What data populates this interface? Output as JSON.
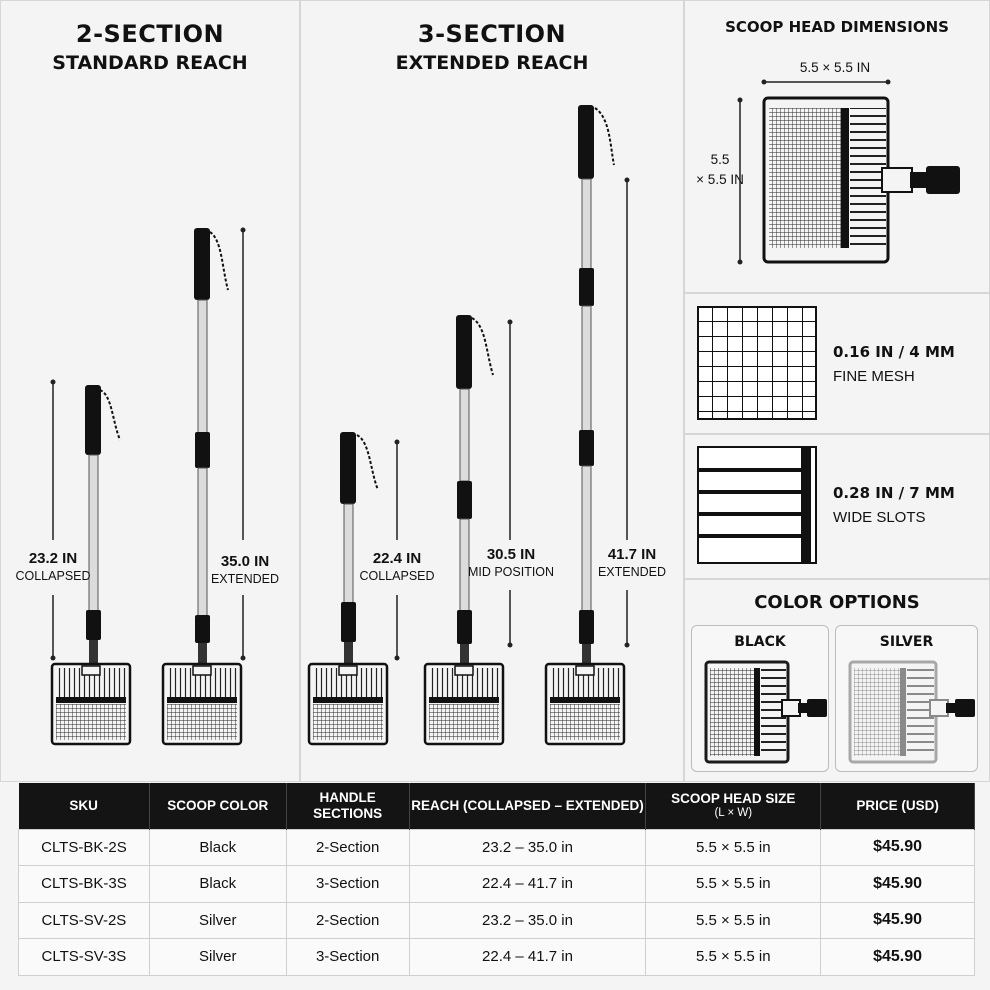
{
  "left": {
    "title_line1": "2-SECTION",
    "title_line2": "STANDARD REACH",
    "scoops": [
      {
        "value": "23.2 IN",
        "note": "COLLAPSED"
      },
      {
        "value": "35.0 IN",
        "note": "EXTENDED"
      }
    ]
  },
  "middle": {
    "title_line1": "3-SECTION",
    "title_line2": "EXTENDED REACH",
    "scoops": [
      {
        "value": "22.4 IN",
        "note": "COLLAPSED"
      },
      {
        "value": "30.5 IN",
        "note": "MID POSITION"
      },
      {
        "value": "41.7 IN",
        "note": "EXTENDED"
      }
    ]
  },
  "head": {
    "title": "SCOOP HEAD DIMENSIONS",
    "width_label": "5.5 × 5.5 IN",
    "height_label_line1": "5.5",
    "height_label_line2": "× 5.5 IN"
  },
  "mesh": [
    {
      "value": "0.16 IN / 4 MM",
      "label": "FINE MESH"
    },
    {
      "value": "0.28 IN / 7 MM",
      "label": "WIDE SLOTS"
    }
  ],
  "colors": {
    "title": "COLOR OPTIONS",
    "options": [
      {
        "name": "BLACK",
        "hex": "#1a1a1a"
      },
      {
        "name": "SILVER",
        "hex": "#a8a8a8"
      }
    ]
  },
  "table": {
    "headers": [
      {
        "label": "SKU",
        "sub": ""
      },
      {
        "label": "SCOOP COLOR",
        "sub": ""
      },
      {
        "label": "HANDLE SECTIONS",
        "sub": ""
      },
      {
        "label": "REACH (COLLAPSED – EXTENDED)",
        "sub": ""
      },
      {
        "label": "SCOOP HEAD SIZE",
        "sub": "(L × W)"
      },
      {
        "label": "PRICE (USD)",
        "sub": ""
      }
    ],
    "rows": [
      [
        "CLTS-BK-2S",
        "Black",
        "2-Section",
        "23.2 – 35.0 in",
        "5.5 × 5.5 in",
        "$45.90"
      ],
      [
        "CLTS-BK-3S",
        "Black",
        "3-Section",
        "22.4 – 41.7 in",
        "5.5 × 5.5 in",
        "$45.90"
      ],
      [
        "CLTS-SV-2S",
        "Silver",
        "2-Section",
        "23.2 – 35.0 in",
        "5.5 × 5.5 in",
        "$45.90"
      ],
      [
        "CLTS-SV-3S",
        "Silver",
        "3-Section",
        "22.4 – 41.7 in",
        "5.5 × 5.5 in",
        "$45.90"
      ]
    ]
  }
}
